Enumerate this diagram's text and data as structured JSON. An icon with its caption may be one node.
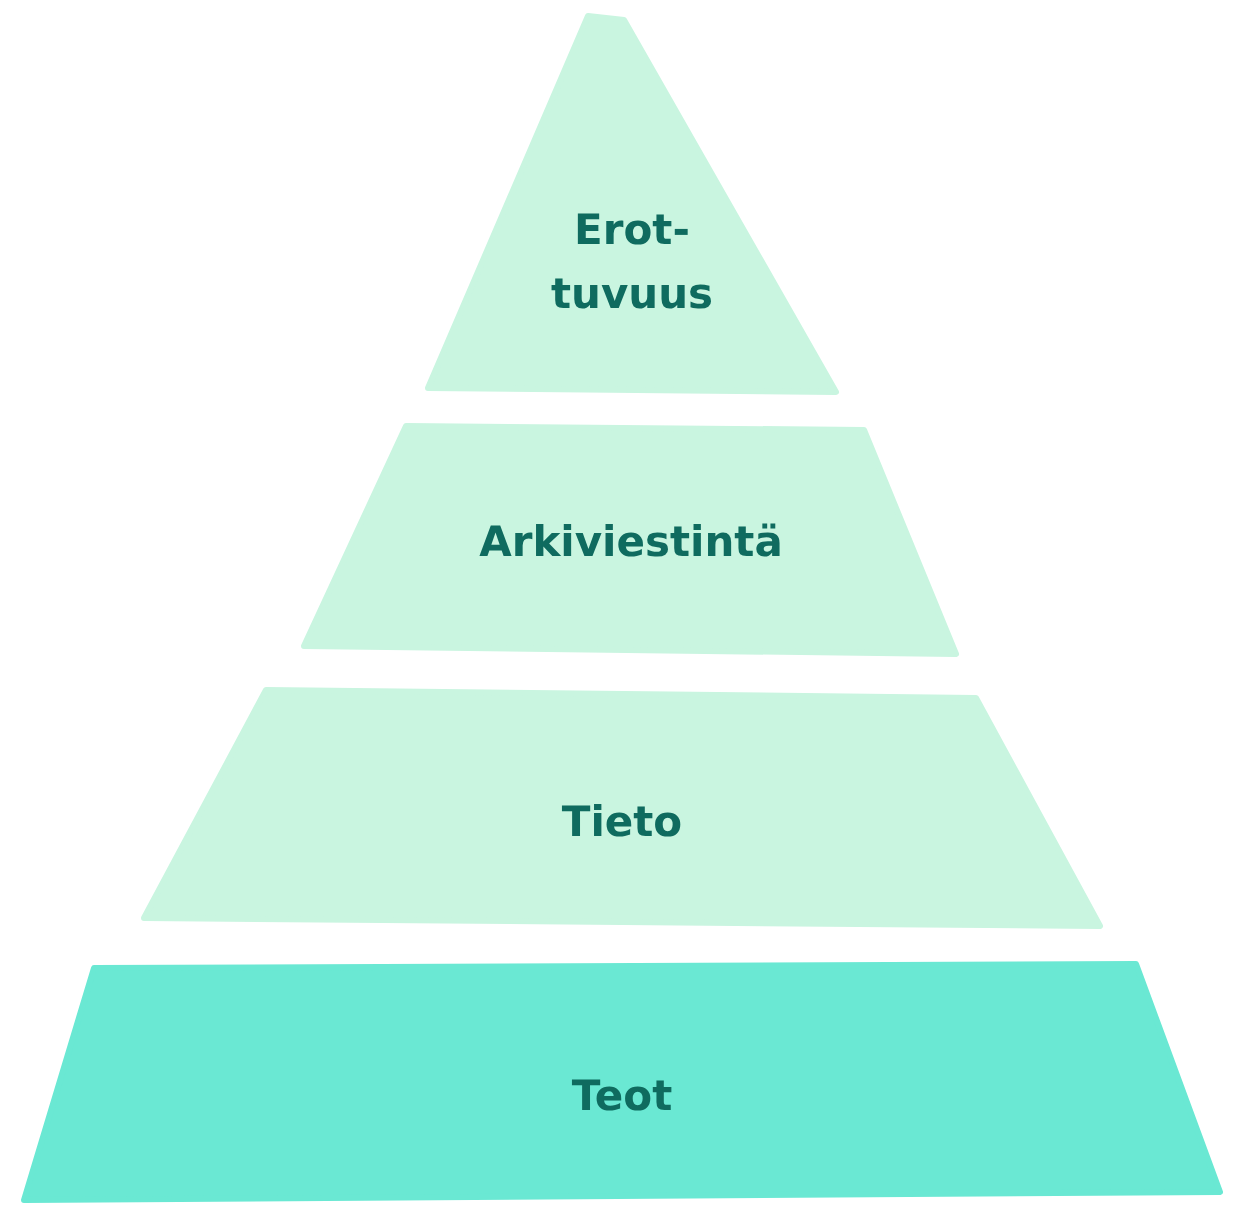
{
  "diagram": {
    "nodes": [
      {
        "text": [
          "Erot- tuvuus"
        ]
      },
      {
        "text": [
          "Arkiviestintä"
        ]
      },
      {
        "text": [
          "Tieto"
        ]
      },
      {
        "text": [
          "Teot"
        ]
      }
    ]
  }
}
